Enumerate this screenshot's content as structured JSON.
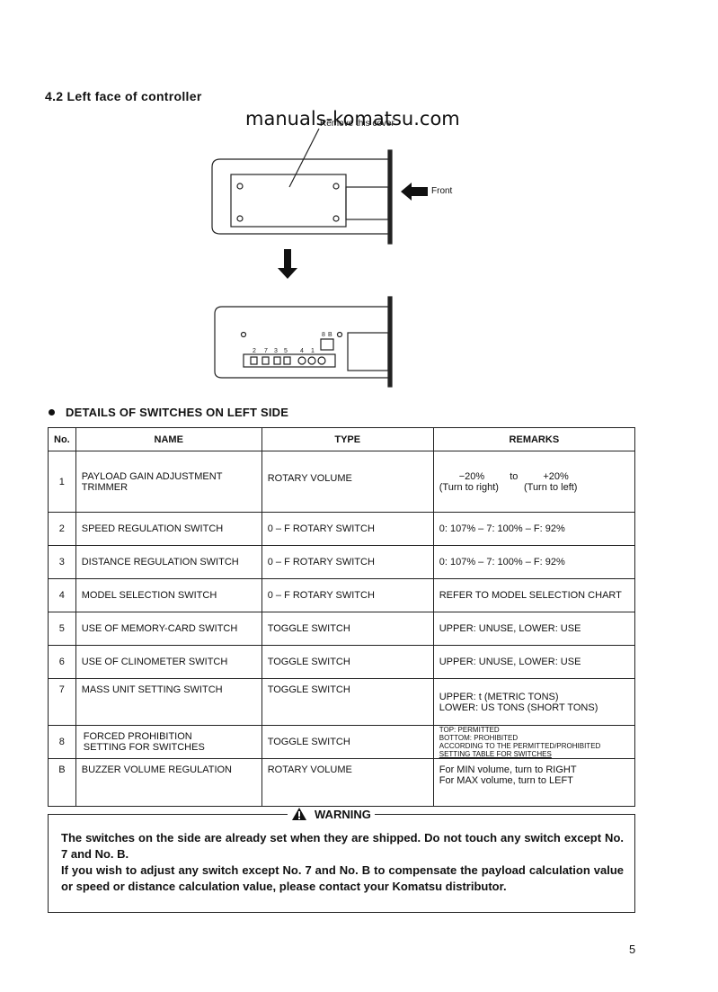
{
  "section_title": "4.2  Left face of controller",
  "watermark": "manuals-komatsu.com",
  "diagram": {
    "cover_label": "Remove this cover",
    "front_label": "Front",
    "switch_numbers": [
      "2",
      "7",
      "3",
      "5",
      "4",
      "1",
      "8",
      "B"
    ]
  },
  "details_title": "DETAILS OF SWITCHES ON LEFT SIDE",
  "table": {
    "headers": [
      "No.",
      "NAME",
      "TYPE",
      "REMARKS"
    ],
    "rows": [
      {
        "no": "1",
        "name": "PAYLOAD GAIN ADJUSTMENT TRIMMER",
        "type": "ROTARY VOLUME",
        "r1a": "−20%",
        "r1b": "to",
        "r1c": "+20%",
        "r1d": "(Turn to right)",
        "r1e": "(Turn to left)"
      },
      {
        "no": "2",
        "name": "SPEED REGULATION SWITCH",
        "type": "0 – F ROTARY SWITCH",
        "remarks": "0: 107% – 7: 100% – F: 92%"
      },
      {
        "no": "3",
        "name": "DISTANCE REGULATION SWITCH",
        "type": "0 – F ROTARY SWITCH",
        "remarks": "0: 107% – 7: 100% – F: 92%"
      },
      {
        "no": "4",
        "name": "MODEL SELECTION SWITCH",
        "type": "0 – F ROTARY SWITCH",
        "remarks": "REFER TO MODEL SELECTION CHART"
      },
      {
        "no": "5",
        "name": "USE OF MEMORY-CARD SWITCH",
        "type": "TOGGLE SWITCH",
        "remarks": "UPPER: UNUSE, LOWER: USE"
      },
      {
        "no": "6",
        "name": "USE OF CLINOMETER SWITCH",
        "type": "TOGGLE SWITCH",
        "remarks": "UPPER: UNUSE, LOWER: USE"
      },
      {
        "no": "7",
        "name": "MASS UNIT SETTING SWITCH",
        "type": "TOGGLE SWITCH",
        "rem_a": "UPPER: t (METRIC TONS)",
        "rem_b": "LOWER: US TONS (SHORT TONS)"
      },
      {
        "no": "8",
        "name_a": "FORCED PROHIBITION",
        "name_b": "SETTING FOR SWITCHES",
        "type": "TOGGLE SWITCH",
        "rem_a": "TOP: PERMITTED",
        "rem_b": "BOTTOM: PROHIBITED",
        "rem_c": "ACCORDING TO THE PERMITTED/PROHIBITED",
        "rem_d": "SETTING TABLE FOR SWITCHES"
      },
      {
        "no": "B",
        "name": "BUZZER VOLUME REGULATION",
        "type": "ROTARY VOLUME",
        "rem_a": "For MIN volume, turn to RIGHT",
        "rem_b": "For MAX volume, turn to LEFT"
      }
    ]
  },
  "warning": {
    "title": "WARNING",
    "line1": "The switches on the side are already set when they are shipped. Do not touch any switch except No. 7 and No. B.",
    "line2": "If you wish to adjust any switch except No. 7 and No. B to compensate the payload calculation value or speed or distance calculation value, please contact your Komatsu distributor."
  },
  "page_number": "5"
}
